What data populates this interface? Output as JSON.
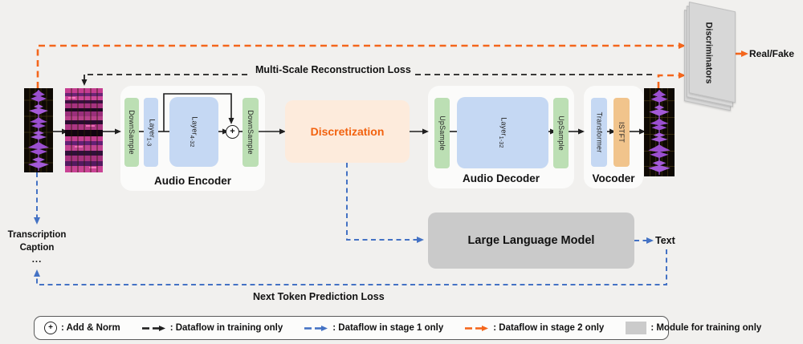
{
  "symbols": {
    "plus": "+",
    "ellipsis": "..."
  },
  "losses": {
    "multi_scale": "Multi-Scale Reconstruction Loss",
    "next_token": "Next Token Prediction Loss"
  },
  "inputs": {
    "transcription": "Transcription",
    "caption": "Caption"
  },
  "outputs": {
    "real_fake": "Real/Fake",
    "text": "Text"
  },
  "encoder": {
    "title": "Audio Encoder",
    "downsample_in": "DownSample",
    "downsample_out": "DownSample",
    "layer_front": {
      "base": "Layer",
      "sub": "1-3"
    },
    "layer_back": {
      "base": "Layer",
      "sub": "4-32"
    }
  },
  "discretization": {
    "label": "Discretization"
  },
  "decoder": {
    "title": "Audio Decoder",
    "upsample_in": "UpSample",
    "upsample_out": "UpSample",
    "layer": {
      "base": "Layer",
      "sub": "1-32"
    }
  },
  "vocoder": {
    "title": "Vocoder",
    "transformer": "Transformer",
    "istft": "ISTFT"
  },
  "llm": {
    "label": "Large Language Model"
  },
  "discriminators": {
    "label": "Discriminators"
  },
  "legend": {
    "items": [
      {
        "symbol": "add-norm-circle",
        "label": ": Add & Norm"
      },
      {
        "symbol": "black-dashed-arrow",
        "label": ": Dataflow in training only"
      },
      {
        "symbol": "blue-dashed-arrow",
        "label": ": Dataflow in stage 1 only"
      },
      {
        "symbol": "orange-dashed-arrow",
        "label": ": Dataflow in stage 2 only"
      },
      {
        "symbol": "gray-module-swatch",
        "label": ": Module for training only"
      }
    ]
  },
  "colors": {
    "stage1_blue": "#4472c4",
    "stage2_orange": "#f4661c",
    "training_black": "#1f1f1f",
    "module_gray": "#cbcbcb",
    "green_box": "#bcdfb4",
    "blue_box": "#c5d8f3",
    "istft_tan": "#f1c48c",
    "discretization_bg": "#fdebdc",
    "discretization_text": "#f2620f",
    "page_bg": "#f1f0ee"
  }
}
